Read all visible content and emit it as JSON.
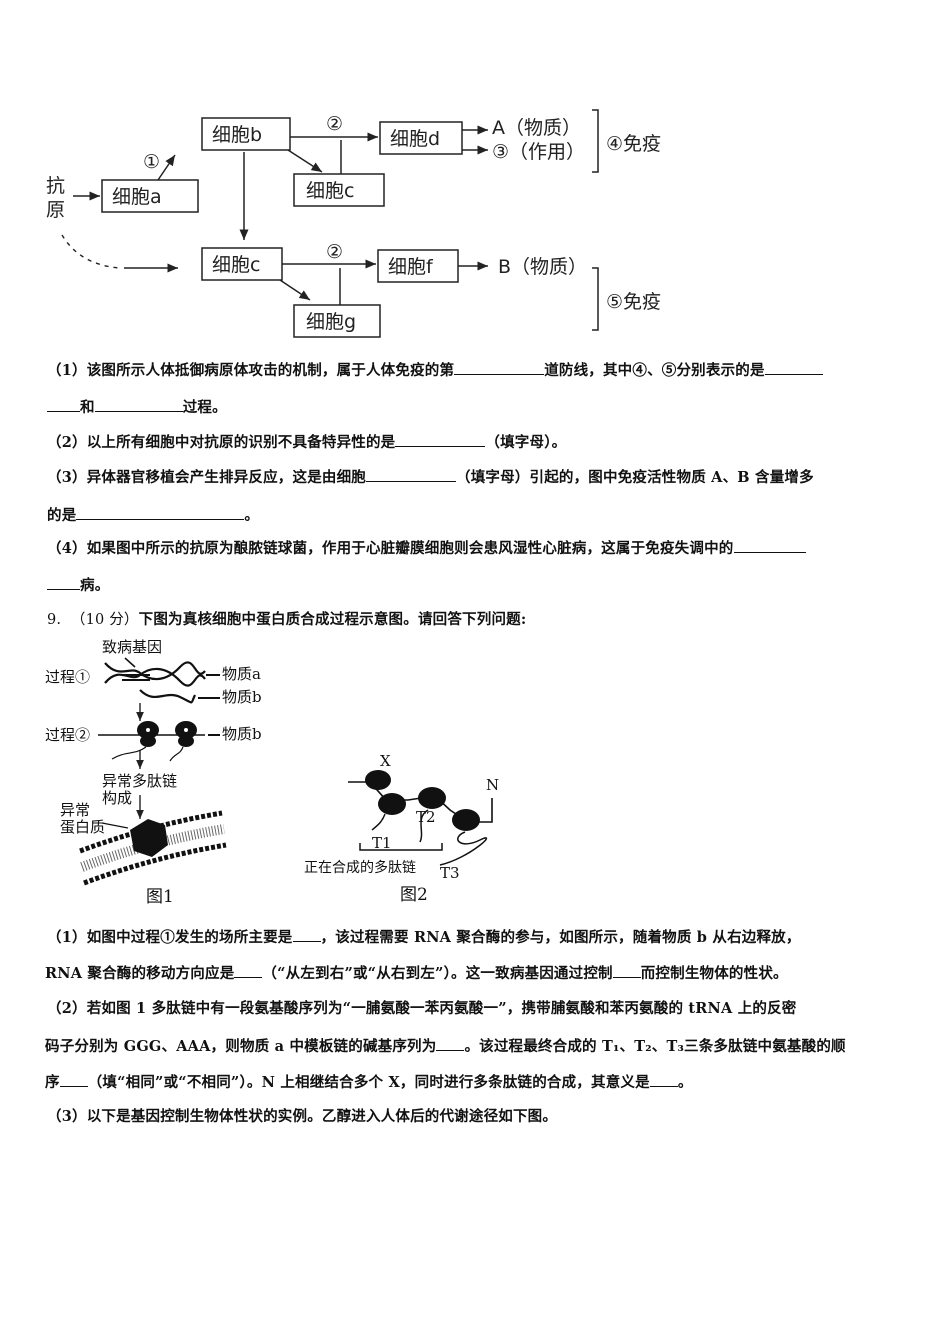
{
  "diagram1": {
    "antigen": [
      "抗",
      "原"
    ],
    "cells": {
      "a": "细胞a",
      "b": "细胞b",
      "c_upper": "细胞c",
      "d": "细胞d",
      "e": "细胞c",
      "f": "细胞f",
      "g": "细胞g"
    },
    "markers": {
      "one": "①",
      "two_upper": "②",
      "two_lower": "②"
    },
    "outputs": {
      "A": "A（物质）",
      "three": "③（作用）",
      "B": "B（物质）"
    },
    "immunity": {
      "four": "④免疫",
      "five": "⑤免疫"
    }
  },
  "q8": {
    "p1_a": "（1）该图所示人体抵御病原体攻击的机制，属于人体免疫的第",
    "p1_b": "道防线，其中④、⑤分别表示的是",
    "p1_c": "和",
    "p1_d": "过程。",
    "p2_a": "（2）以上所有细胞中对抗原的识别不具备特异性的是",
    "p2_b": "（填字母）。",
    "p3_a": "（3）异体器官移植会产生排异反应，这是由细胞",
    "p3_b": "（填字母）引起的，图中免疫活性物质 A、B 含量增多",
    "p3_c": "的是",
    "p3_d": "。",
    "p4_a": "（4）如果图中所示的抗原为酿脓链球菌，作用于心脏瓣膜细胞则会患风湿性心脏病，这属于免疫失调中的",
    "p4_b": "病。"
  },
  "q9": {
    "header_num": "9.",
    "header_score": "（10 分）",
    "header_text": "下图为真核细胞中蛋白质合成过程示意图。请回答下列问题:",
    "fig1": {
      "gene": "致病基因",
      "process1": "过程①",
      "process2": "过程②",
      "substance_a": "物质a",
      "substance_b1": "物质b",
      "substance_b2": "物质b",
      "abnormal_chain_1": "异常多肽链",
      "abnormal_chain_2": "构成",
      "abnormal_protein_1": "异常",
      "abnormal_protein_2": "蛋白质",
      "caption": "图1"
    },
    "fig2": {
      "x": "X",
      "n": "N",
      "t1": "T1",
      "t2": "T2",
      "t3": "T3",
      "chain_label": "正在合成的多肽链",
      "caption": "图2"
    },
    "s1_a": "（1）如图中过程①发生的场所主要是",
    "s1_b": "，该过程需要 RNA 聚合酶的参与，如图所示，随着物质 b 从右边释放，",
    "s1_c": "RNA 聚合酶的移动方向应是",
    "s1_d": "（“从左到右”或“从右到左”）。这一致病基因通过控制",
    "s1_e": "而控制生物体的性状。",
    "s2_a": "（2）若如图 1 多肽链中有一段氨基酸序列为“一脯氨酸一苯丙氨酸一”，携带脯氨酸和苯丙氨酸的 tRNA 上的反密",
    "s2_b": "码子分别为 GGG、AAA，则物质 a 中模板链的碱基序列为",
    "s2_c": "。该过程最终合成的 T₁、T₂、T₃三条多肽链中氨基酸的顺",
    "s2_d": "序",
    "s2_e": "（填“相同”或“不相同”）。N 上相继结合多个 X，同时进行多条肽链的合成，其意义是",
    "s2_f": "。",
    "s3": "（3）以下是基因控制生物体性状的实例。乙醇进入人体后的代谢途径如下图。"
  }
}
